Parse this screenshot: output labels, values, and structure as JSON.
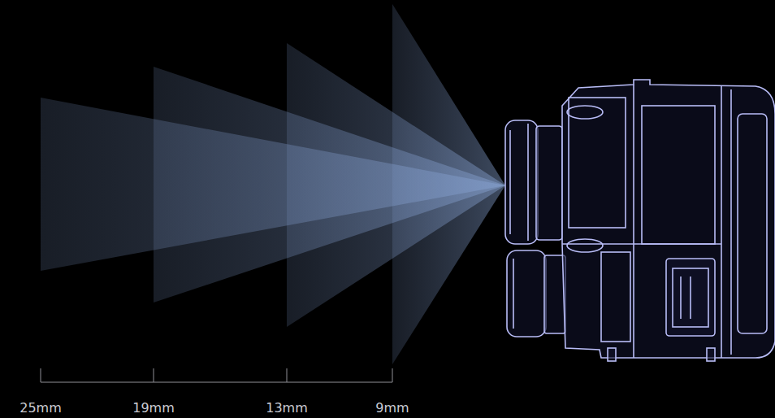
{
  "diagram": {
    "labels": [
      "25mm",
      "19mm",
      "13mm",
      "9mm"
    ]
  }
}
